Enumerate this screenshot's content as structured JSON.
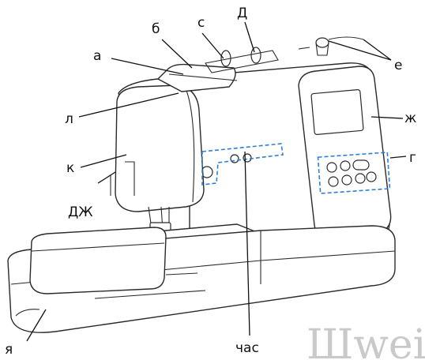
{
  "labels": {
    "a": "а",
    "b": "б",
    "c": "с",
    "d": "Д",
    "e": "е",
    "zh": "ж",
    "g": "г",
    "l": "л",
    "k": "к",
    "dzh": "ДЖ",
    "chas": "час",
    "ya": "я"
  },
  "watermark": {
    "text": "Шwei"
  },
  "colors": {
    "highlight_dash": "#2f7fd8",
    "outline": "#2a2a2a",
    "watermark": "#c9c9c9"
  }
}
